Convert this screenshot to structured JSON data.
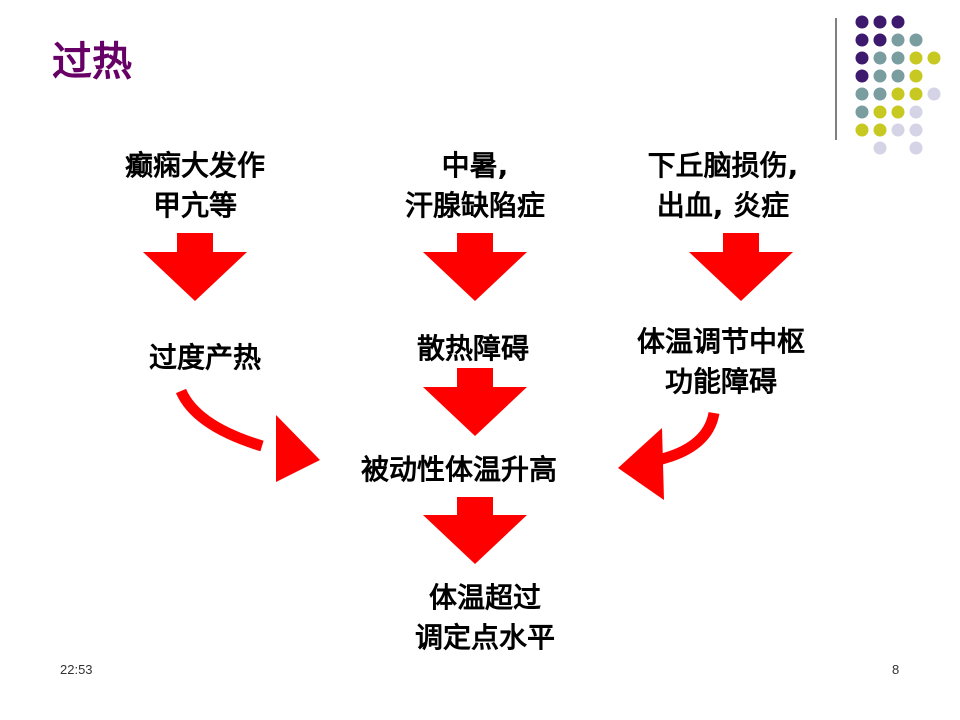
{
  "slide": {
    "title": "过热",
    "footer_time": "22:53",
    "page_number": "8"
  },
  "colors": {
    "title": "#660066",
    "arrow": "#ff0000",
    "dot_purple": "#3d1a6e",
    "dot_teal": "#7a9ea0",
    "dot_olive": "#c8c822",
    "dot_lavender": "#d5d3e6",
    "divider": "#555555"
  },
  "causes": {
    "left": {
      "line1": "癫痫大发作",
      "line2": "甲亢等"
    },
    "center": {
      "line1": "中暑,",
      "line2": "汗腺缺陷症"
    },
    "right": {
      "line1": "下丘脑损伤,",
      "line2": "出血, 炎症"
    }
  },
  "mechanisms": {
    "left": {
      "line1": "过度产热"
    },
    "center": {
      "line1": "散热障碍"
    },
    "right": {
      "line1": "体温调节中枢",
      "line2": "功能障碍"
    }
  },
  "result": {
    "line1": "被动性体温升高"
  },
  "outcome": {
    "line1": "体温超过",
    "line2": "调定点水平"
  }
}
